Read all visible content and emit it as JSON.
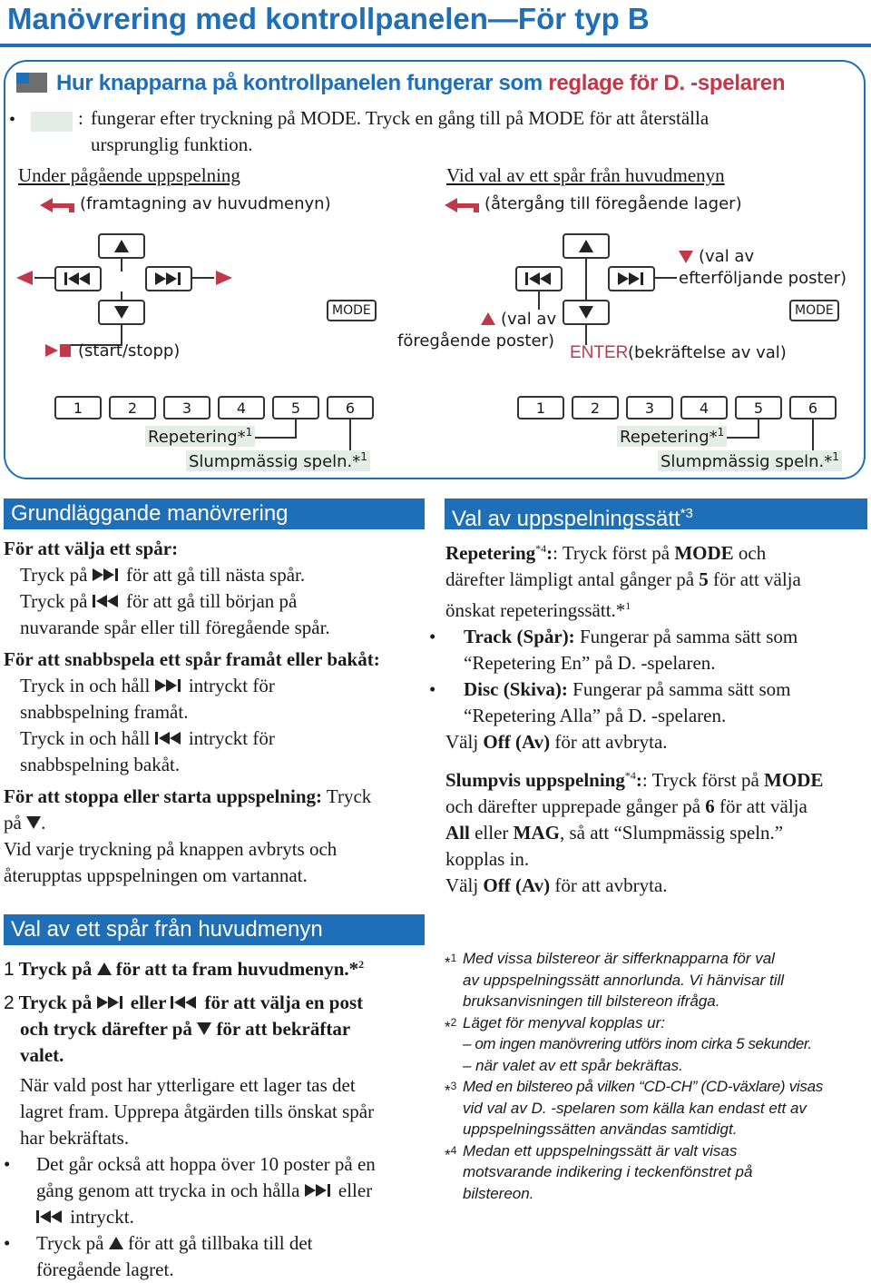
{
  "title": "Manövrering med kontrollpanelen—För typ B",
  "panel": {
    "heading_main": "Hur knapparna på kontrollpanelen fungerar som ",
    "heading_red": "reglage för D. -spelaren",
    "note_colon": ":",
    "note_line1": "fungerar efter tryckning på MODE. Tryck en gång till på MODE för att återställa",
    "note_line2": "ursprunglig funktion.",
    "left_heading": "Under pågående uppspelning",
    "left_sub": "(framtagning av huvudmenyn)",
    "left_startstop": "(start/stopp)",
    "right_heading": "Vid val av ett spår från huvudmenyn",
    "right_sub": "(återgång till föregående lager)",
    "right_down1": "(val av",
    "right_down2": "efterföljande poster)",
    "right_up1": "(val av",
    "right_up2": "föregående poster)",
    "enter": "ENTER",
    "enter_desc": "(bekräftelse av val)",
    "mode": "MODE",
    "numbers": [
      "1",
      "2",
      "3",
      "4",
      "5",
      "6"
    ],
    "repeat": "Repetering*",
    "shuffle": "Slumpmässig speln.*",
    "sup1": "1"
  },
  "basic": {
    "bar": "Grundläggande manövrering",
    "h1": "För att välja ett spår:",
    "b1a": "Tryck på",
    "b1b": "för att gå till nästa spår.",
    "b2a": "Tryck på",
    "b2b": "för att gå till början på",
    "b2c": "nuvarande spår eller till föregående spår.",
    "h2": "För att snabbspela ett spår framåt eller bakåt:",
    "b3a": "Tryck in och håll",
    "b3b": "intryckt för",
    "b3c": "snabbspelning framåt.",
    "b4a": "Tryck in och håll",
    "b4b": "intryckt för",
    "b4c": "snabbspelning bakåt.",
    "h3": "För att stoppa eller starta uppspelning:",
    "h3b": " Tryck",
    "h3c": "på",
    "p1": "Vid varje tryckning på knappen avbryts och",
    "p2": "återupptas uppspelningen om vartannat."
  },
  "mode_select": {
    "bar": "Val av uppspelningssätt",
    "bar_sup": "*3",
    "r1a": "Repetering",
    "r1sup": "*4",
    "r1b": ": Tryck först på ",
    "r1c": "MODE",
    "r1d": " och",
    "r2a": "därefter lämpligt antal gånger på ",
    "r2b": "5",
    "r2c": " för att välja",
    "r3": "önskat repeteringssätt.*",
    "r3sup": "1",
    "t1a": "Track (Spår):",
    "t1b": " Fungerar på samma sätt som",
    "t1c": "“Repetering En” på D. -spelaren.",
    "d1a": "Disc (Skiva):",
    "d1b": " Fungerar på samma sätt som",
    "d1c": "“Repetering Alla” på D. -spelaren.",
    "off1a": "Välj ",
    "off1b": "Off (Av)",
    "off1c": " för att avbryta.",
    "s1a": "Slumpvis uppspelning",
    "s1sup": "*4",
    "s1b": ": Tryck först på ",
    "s1c": "MODE",
    "s2a": "och därefter upprepade gånger på ",
    "s2b": "6",
    "s2c": " för att välja",
    "s3a": "All",
    "s3b": " eller ",
    "s3c": "MAG",
    "s3d": ", så att “Slumpmässig speln.”",
    "s4": "kopplas in.",
    "off2a": "Välj ",
    "off2b": "Off (Av)",
    "off2c": " för att avbryta."
  },
  "menu": {
    "bar": "Val av ett spår från huvudmenyn",
    "n1": "1",
    "s1a": "Tryck på",
    "s1b": "för att ta fram huvudmenyn.*",
    "s1sup": "2",
    "n2": "2",
    "s2a": "Tryck på",
    "s2b": "eller",
    "s2c": "för att välja en post",
    "s2d": "och tryck därefter på",
    "s2e": "för att bekräftar",
    "s2f": "valet.",
    "p1": "När vald post har ytterligare ett lager tas det",
    "p2": "lagret fram. Upprepa åtgärden tills önskat spår",
    "p3": "har bekräftats.",
    "b1a": "Det går också att hoppa över 10 poster på en",
    "b1b": "gång genom att trycka in och hålla",
    "b1c": "eller",
    "b1d": "intryckt.",
    "b2a": "Tryck på",
    "b2b": "för att gå tillbaka till det",
    "b2c": "föregående lagret."
  },
  "footnotes": {
    "f1m": "*",
    "f1sup": "1",
    "f1a": "Med vissa bilstereor är sifferknapparna för val",
    "f1b": "av uppspelningssätt annorlunda. Vi hänvisar till",
    "f1c": "bruksanvisningen till bilstereon ifråga.",
    "f2m": "*",
    "f2sup": "2",
    "f2a": "Läget för menyval kopplas ur:",
    "f2b": "–  om ingen manövrering utförs inom cirka 5 sekunder.",
    "f2c": "–  när valet av ett spår bekräftas.",
    "f3m": "*",
    "f3sup": "3",
    "f3a": "Med en bilstereo på vilken “CD-CH” (CD-växlare) visas",
    "f3b": "vid val av D. -spelaren som källa kan endast ett av",
    "f3c": "uppspelningssätten användas samtidigt.",
    "f4m": "*",
    "f4sup": "4",
    "f4a": "Medan ett uppspelningssätt är valt visas",
    "f4b": "motsvarande indikering i teckenfönstret på",
    "f4c": "bilstereon."
  },
  "icons": {
    "next": "next-track-icon",
    "prev": "prev-track-icon",
    "up": "up-triangle-icon",
    "down": "down-triangle-icon",
    "back": "back-arrow-icon"
  },
  "colors": {
    "blue": "#1f6fb8",
    "red": "#c0394b",
    "gray": "#6e6e6e",
    "mint": "#e3ece6"
  }
}
